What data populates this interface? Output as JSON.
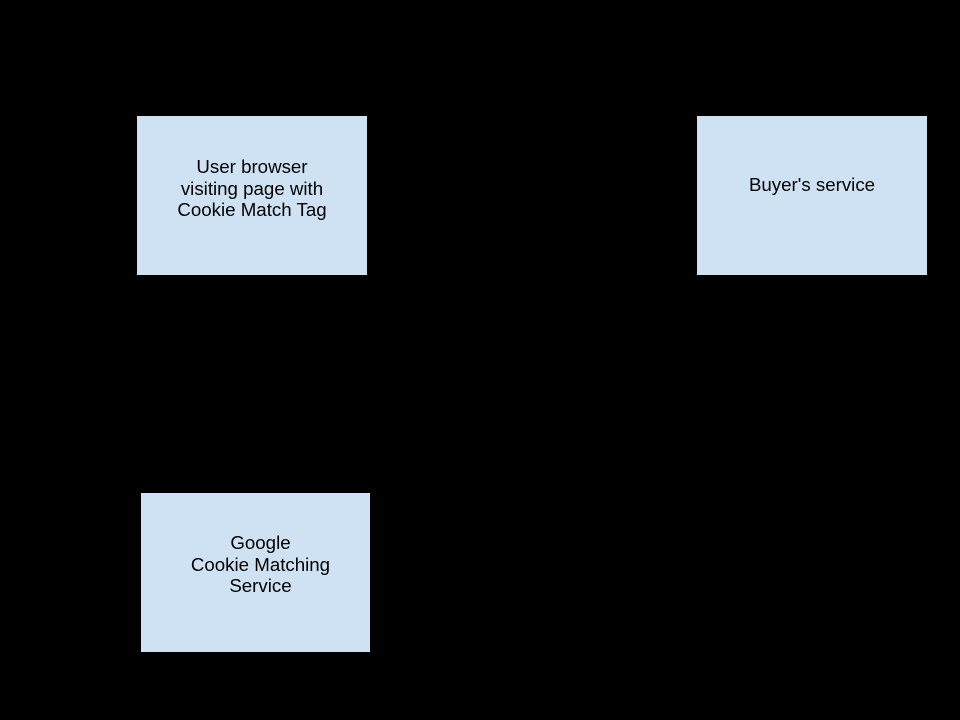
{
  "diagram": {
    "background_color": "#000000",
    "node_fill_color": "#cfe2f3",
    "node_border_color": "#000000",
    "node_text_color": "#000000",
    "nodes": [
      {
        "id": "user-browser",
        "label": "User browser\nvisiting page with\nCookie Match Tag"
      },
      {
        "id": "buyers-service",
        "label": "Buyer's service"
      },
      {
        "id": "google-cookie-matching-service",
        "label": "Google\nCookie Matching\nService"
      }
    ]
  }
}
